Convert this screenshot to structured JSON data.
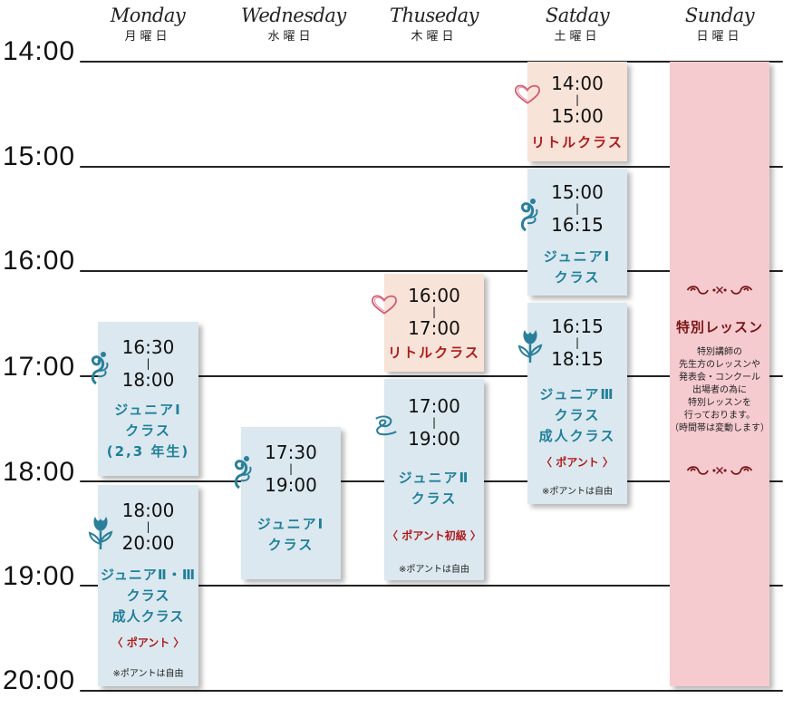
{
  "days": [
    {
      "en": "Monday",
      "jp": "月曜日"
    },
    {
      "en": "Wednesday",
      "jp": "水曜日"
    },
    {
      "en": "Thuseday",
      "jp": "木曜日"
    },
    {
      "en": "Satday",
      "jp": "土曜日"
    },
    {
      "en": "Sunday",
      "jp": "日曜日"
    }
  ],
  "hours": [
    "14:00",
    "15:00",
    "16:00",
    "17:00",
    "18:00",
    "19:00",
    "20:00"
  ],
  "sep": "|",
  "classes": [
    {
      "start": "16:30",
      "end": "18:00",
      "name": "ジュニアⅠ\nクラス\n(2,3 年生)",
      "icon": "fleur-swirl-icon"
    },
    {
      "start": "18:00",
      "end": "20:00",
      "name": "ジュニアⅡ・Ⅲ\nクラス\n成人クラス",
      "pointe": "〈 ポアント 〉",
      "note": "※ポアントは自由",
      "icon": "tulip-icon"
    },
    {
      "start": "17:30",
      "end": "19:00",
      "name": "ジュニアⅠ\nクラス",
      "icon": "fleur-swirl-icon"
    },
    {
      "start": "16:00",
      "end": "17:00",
      "name": "リトルクラス",
      "icon": "heart-icon"
    },
    {
      "start": "17:00",
      "end": "19:00",
      "name": "ジュニアⅡ\nクラス",
      "pointe": "〈 ポアント初級 〉",
      "note": "※ポアントは自由",
      "icon": "swirl-icon"
    },
    {
      "start": "14:00",
      "end": "15:00",
      "name": "リトルクラス",
      "icon": "heart-icon"
    },
    {
      "start": "15:00",
      "end": "16:15",
      "name": "ジュニアⅠ\nクラス",
      "icon": "fleur-swirl-icon"
    },
    {
      "start": "16:15",
      "end": "18:15",
      "name": "ジュニアⅢ\nクラス\n成人クラス",
      "pointe": "〈 ポアント 〉",
      "note": "※ポアントは自由",
      "icon": "tulip-icon"
    }
  ],
  "special": {
    "title": "特別レッスン",
    "description": "特別講師の\n先生方のレッスンや\n発表会・コンクール\n出場者の為に\n特別レッスンを\n行っております。\n（時間帯は変動します）",
    "ornament_icon": "ornament-divider-icon"
  },
  "colors": {
    "card_blue": "#dbe8ef",
    "card_peach": "#f8e3d8",
    "card_pink": "#f5cbd0",
    "class_name": "#1f7f9a",
    "accent_red": "#b01a1a",
    "icon_blue": "#2a7f9a",
    "heart": "#d45a72"
  }
}
